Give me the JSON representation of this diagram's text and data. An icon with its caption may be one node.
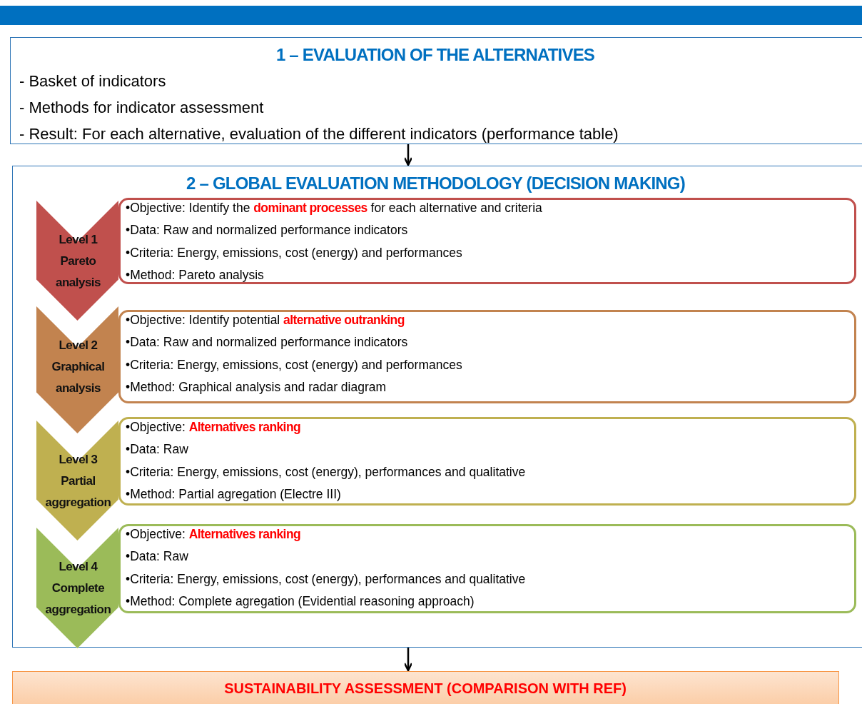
{
  "diagram": {
    "nodes": [
      {
        "text": [
          "1 – EVALUATION OF THE ALTERNATIVES",
          "- Basket of indicators",
          "- Methods for indicator assessment",
          "- Result: For each alternative, evaluation of the different indicators (performance table)"
        ]
      },
      {
        "text": [
          "2 – GLOBAL EVALUATION METHODOLOGY (DECISION MAKING)"
        ]
      },
      {
        "text": [
          "Level 1 Pareto analysis"
        ],
        "in": 1
      },
      {
        "text": [
          "•Objective: Identify the **dominant processes** for each alternative and criteria",
          "•Data: Raw and normalized performance indicators",
          "•Criteria: Energy, emissions, cost (energy) and performances",
          "•Method: Pareto analysis"
        ],
        "in": 1
      },
      {
        "text": [
          "Level 2 Graphical analysis"
        ],
        "in": 1
      },
      {
        "text": [
          "•Objective: Identify potential **alternative outranking**",
          "•Data: Raw and normalized performance indicators",
          "•Criteria: Energy, emissions, cost (energy) and performances",
          "•Method: Graphical analysis and radar diagram"
        ],
        "in": 1
      },
      {
        "text": [
          "Level 3 Partial aggregation"
        ],
        "in": 1
      },
      {
        "text": [
          "•Objective: **Alternatives ranking**",
          "•Data: Raw",
          "•Criteria: Energy, emissions, cost (energy), performances and qualitative",
          "•Method: Partial agregation (Electre III)"
        ],
        "in": 1
      },
      {
        "text": [
          "Level 4 Complete aggregation"
        ],
        "in": 1
      },
      {
        "text": [
          "•Objective: **Alternatives ranking**",
          "•Data: Raw",
          "•Criteria: Energy, emissions, cost (energy), performances and qualitative",
          "•Method: Complete agregation (Evidential reasoning approach)"
        ],
        "in": 1
      },
      {
        "text": [
          "SUSTAINABILITY ASSESSMENT (COMPARISON WITH REF)"
        ]
      }
    ],
    "edges": [
      {
        "from": 0,
        "to": 1,
        "arrow": "to"
      },
      {
        "from": 1,
        "to": 10,
        "arrow": "to"
      }
    ]
  }
}
